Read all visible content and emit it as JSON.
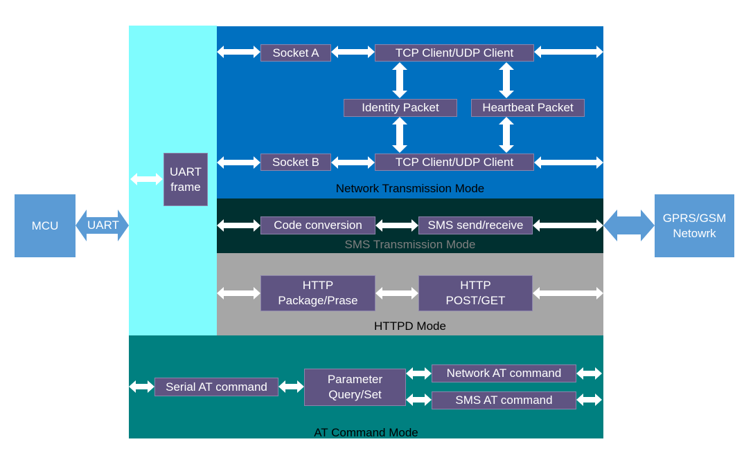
{
  "colors": {
    "uart_frame_panel": "#7ffcfe",
    "network_panel": "#0070c0",
    "sms_panel": "#003030",
    "httpd_panel": "#a6a6a6",
    "at_panel": "#008080",
    "node_box": "#5f5482",
    "side_box": "#5b9bd5",
    "arrow": "#ffffff"
  },
  "mcu": {
    "label": "MCU"
  },
  "uart": {
    "label": "UART"
  },
  "gprs": {
    "label": "GPRS/GSM\nNetowrk"
  },
  "uart_frame": {
    "label": "UART\nframe"
  },
  "network": {
    "mode_label": "Network Transmission Mode",
    "socket_a": "Socket A",
    "socket_b": "Socket B",
    "client_a": "TCP Client/UDP Client",
    "client_b": "TCP Client/UDP Client",
    "identity": "Identity Packet",
    "heartbeat": "Heartbeat Packet"
  },
  "sms": {
    "mode_label": "SMS Transmission Mode",
    "code_conversion": "Code conversion",
    "send_receive": "SMS send/receive"
  },
  "httpd": {
    "mode_label": "HTTPD Mode",
    "package": "HTTP\nPackage/Prase",
    "post_get": "HTTP\nPOST/GET"
  },
  "at": {
    "mode_label": "AT Command Mode",
    "serial": "Serial AT command",
    "parameter": "Parameter\nQuery/Set",
    "network_cmd": "Network AT command",
    "sms_cmd": "SMS AT command"
  }
}
